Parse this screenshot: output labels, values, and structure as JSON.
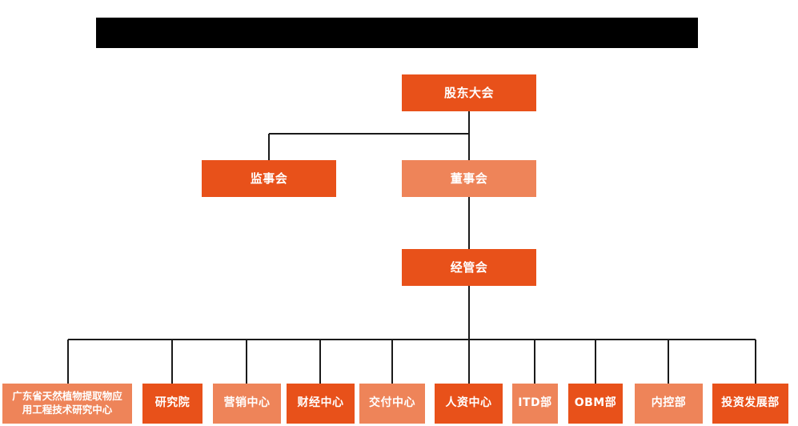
{
  "diagram": {
    "type": "organization-chart",
    "title_bar": {
      "name": "redacted-title-bar",
      "text": "",
      "redacted": true,
      "color": "#000000"
    },
    "colors": {
      "background": "#FFFFFF",
      "node_dark": "#E8511A",
      "node_light": "#EE8459",
      "connector": "#1A1A1A",
      "text": "#FFFFFF"
    },
    "tiers": [
      {
        "name": "tier-shareholders",
        "nodes": [
          {
            "id": "shareholders-meeting",
            "label": "股东大会",
            "shade": "dark"
          }
        ]
      },
      {
        "name": "tier-boards",
        "nodes": [
          {
            "id": "board-of-supervisors",
            "label": "监事会",
            "shade": "dark"
          },
          {
            "id": "board-of-directors",
            "label": "董事会",
            "shade": "light"
          }
        ]
      },
      {
        "name": "tier-management",
        "nodes": [
          {
            "id": "management-committee",
            "label": "经管会",
            "shade": "dark"
          }
        ]
      },
      {
        "name": "tier-departments",
        "nodes": [
          {
            "id": "guangdong-research-center",
            "label": "广东省天然植物提取物应\n用工程技术研究中心",
            "shade": "light"
          },
          {
            "id": "research-institute",
            "label": "研究院",
            "shade": "dark"
          },
          {
            "id": "marketing-center",
            "label": "营销中心",
            "shade": "light"
          },
          {
            "id": "finance-center",
            "label": "财经中心",
            "shade": "dark"
          },
          {
            "id": "delivery-center",
            "label": "交付中心",
            "shade": "light"
          },
          {
            "id": "human-resources-center",
            "label": "人资中心",
            "shade": "dark"
          },
          {
            "id": "itd-department",
            "label": "ITD部",
            "shade": "light"
          },
          {
            "id": "obm-department",
            "label": "OBM部",
            "shade": "dark"
          },
          {
            "id": "internal-control-department",
            "label": "内控部",
            "shade": "light"
          },
          {
            "id": "investment-development-department",
            "label": "投资发展部",
            "shade": "dark"
          }
        ]
      }
    ]
  }
}
